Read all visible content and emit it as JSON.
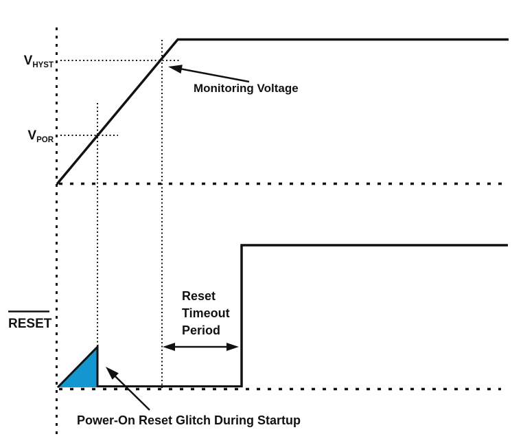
{
  "diagram": {
    "type": "power-on-reset-timing-diagram",
    "labels": {
      "vhyst": {
        "main": "V",
        "sub": "HYST"
      },
      "vpor": {
        "main": "V",
        "sub": "POR"
      },
      "monitoring_voltage": "Monitoring Voltage",
      "reset_signal": "RESET",
      "reset_timeout": {
        "line1": "Reset",
        "line2": "Timeout",
        "line3": "Period"
      },
      "por_glitch": "Power-On Reset Glitch During Startup"
    },
    "colors": {
      "ink": "#111111",
      "glitch_fill": "#1496d1",
      "background": "#ffffff"
    }
  }
}
